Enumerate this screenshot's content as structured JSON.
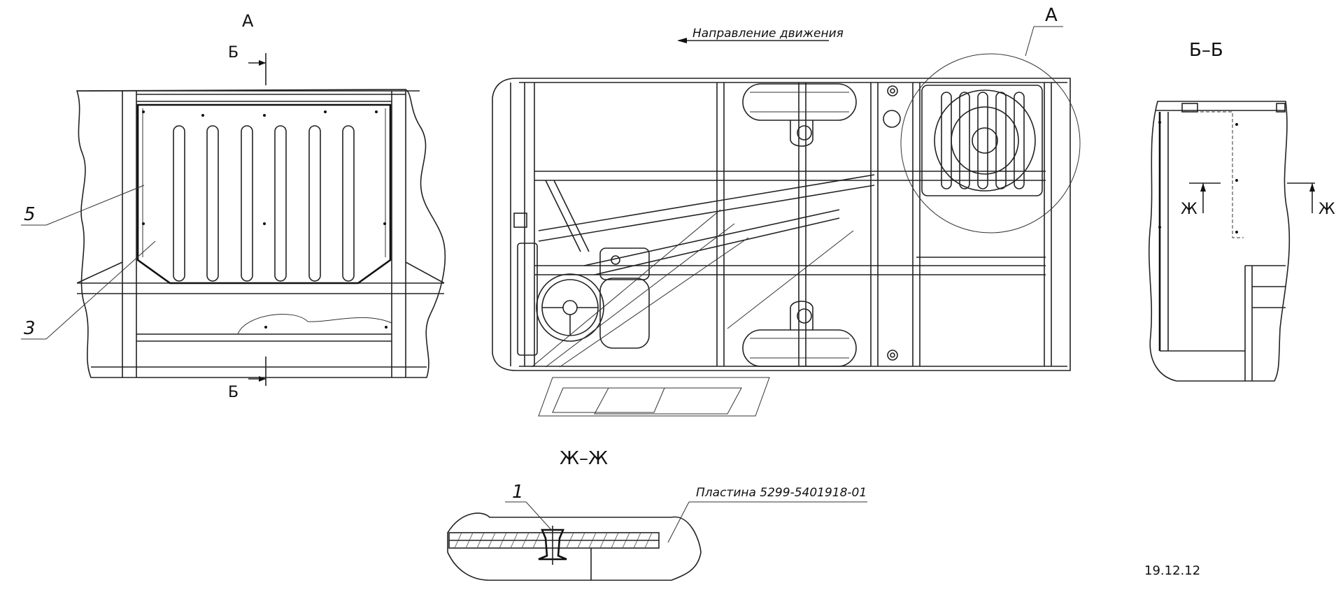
{
  "labels": {
    "view_a_top": "А",
    "view_a_main": "А",
    "section_b_top": "Б",
    "section_b_bottom": "Б",
    "section_bb_title": "Б–Б",
    "section_zh_title": "Ж–Ж",
    "zh_left": "Ж",
    "zh_right": "Ж",
    "direction": "Направление движения",
    "callout_5": "5",
    "callout_3": "3",
    "callout_1": "1",
    "part_name": "Пластина 5299-5401918-01",
    "date": "19.12.12"
  }
}
